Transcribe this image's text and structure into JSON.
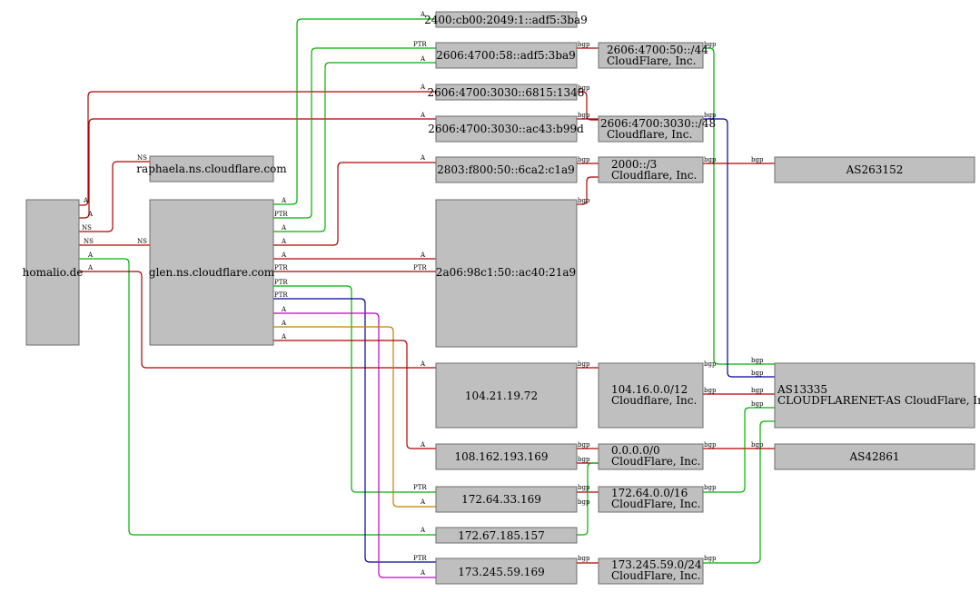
{
  "colors": {
    "background": "#ffffff",
    "node_fill": "#c0bfc0",
    "node_stroke": "#6e6e6e",
    "red": "#b00000",
    "green": "#00b000",
    "blue": "#00009a",
    "magenta": "#c000c0",
    "orange": "#c08000"
  },
  "nodes": {
    "homalio": [
      "homalio.de"
    ],
    "glen": [
      "glen.ns.cloudflare.com"
    ],
    "raphaela": [
      "raphaela.ns.cloudflare.com"
    ],
    "ip_2400": [
      "2400:cb00:2049:1::adf5:3ba9"
    ],
    "ip_2606_58": [
      "2606:4700:58::adf5:3ba9"
    ],
    "ip_2606_6815": [
      "2606:4700:3030::6815:1348"
    ],
    "ip_2606_ac43": [
      "2606:4700:3030::ac43:b99d"
    ],
    "ip_2803": [
      "2803:f800:50::6ca2:c1a9"
    ],
    "ip_2a06": [
      "2a06:98c1:50::ac40:21a9"
    ],
    "ip_104": [
      "104.21.19.72"
    ],
    "ip_108": [
      "108.162.193.169"
    ],
    "ip_172_64": [
      "172.64.33.169"
    ],
    "ip_172_67": [
      "172.67.185.157"
    ],
    "ip_173": [
      "173.245.59.169"
    ],
    "pfx_2606_44": [
      "2606:4700:50::/44",
      "CloudFlare, Inc."
    ],
    "pfx_2606_48": [
      "2606:4700:3030::/48",
      "Cloudflare, Inc."
    ],
    "pfx_2000": [
      "2000::/3",
      "Cloudflare, Inc."
    ],
    "pfx_104": [
      "104.16.0.0/12",
      "Cloudflare, Inc."
    ],
    "pfx_0": [
      "0.0.0.0/0",
      "CloudFlare, Inc."
    ],
    "pfx_172": [
      "172.64.0.0/16",
      "CloudFlare, Inc."
    ],
    "pfx_173": [
      "173.245.59.0/24",
      "CloudFlare, Inc."
    ],
    "as263152": [
      "AS263152"
    ],
    "as13335": [
      "AS13335",
      "CLOUDFLARENET-AS CloudFlare, Inc."
    ],
    "as42861": [
      "AS42861"
    ]
  },
  "edge_labels": {
    "a": "A",
    "ns": "NS",
    "ptr": "PTR",
    "bgp": "bgp"
  }
}
